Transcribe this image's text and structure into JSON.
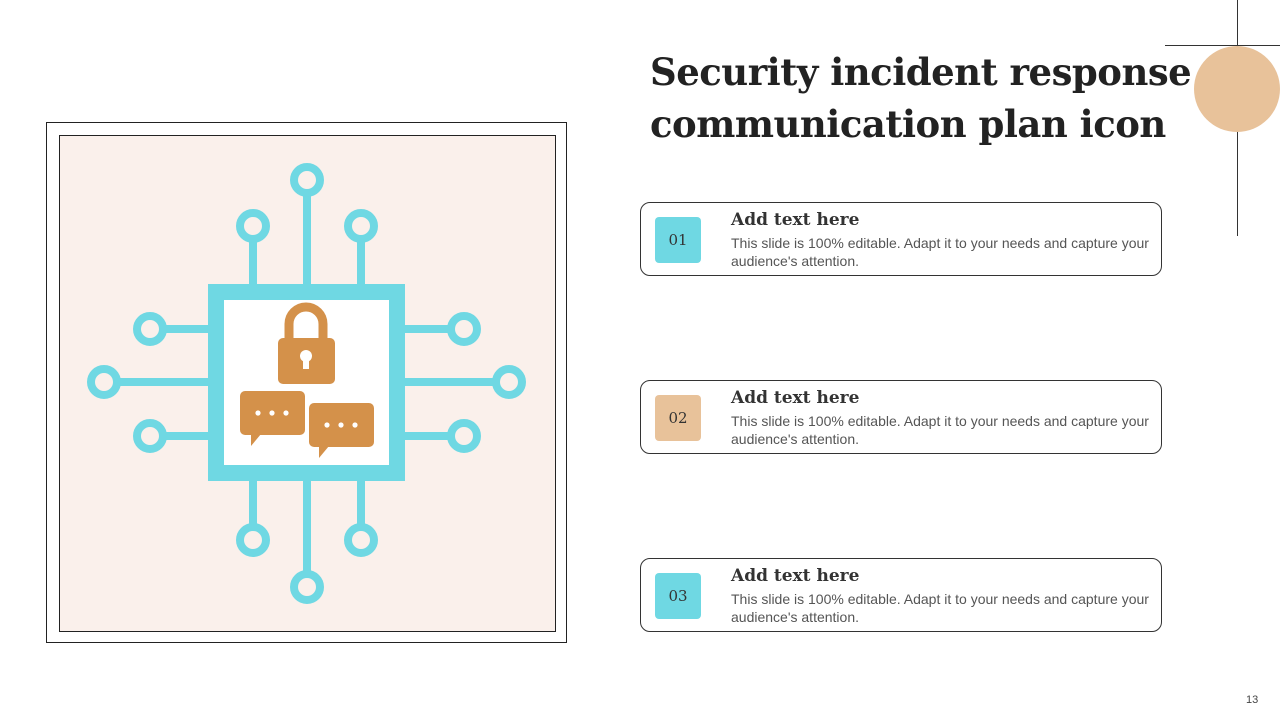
{
  "slide": {
    "title": "Security incident response communication plan icon",
    "page_number": "13"
  },
  "colors": {
    "accent_cyan": "#6fd8e3",
    "accent_tan": "#e8c29a",
    "icon_orange": "#d4914a",
    "illustration_bg": "#faf0eb"
  },
  "illustration": {
    "icon": "circuit-lock-chat-icon"
  },
  "cards": [
    {
      "number": "01",
      "heading": "Add text here",
      "body": "This slide is 100% editable. Adapt it to your needs and capture your audience's attention.",
      "badge_color": "#6fd8e3"
    },
    {
      "number": "02",
      "heading": "Add text here",
      "body": "This slide is 100% editable. Adapt it to your needs and capture your audience's attention.",
      "badge_color": "#e8c29a"
    },
    {
      "number": "03",
      "heading": "Add text here",
      "body": "This slide is 100% editable. Adapt it to your needs and capture your audience's attention.",
      "badge_color": "#6fd8e3"
    }
  ]
}
